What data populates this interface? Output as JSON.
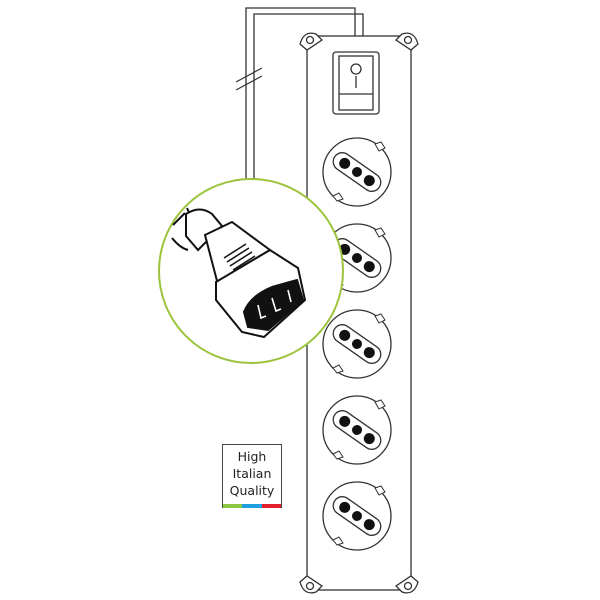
{
  "badge": {
    "lines": [
      "High",
      "Italian",
      "Quality"
    ],
    "flag_colors": [
      "#8dc63f",
      "#1e9fe0",
      "#e3202a"
    ]
  },
  "colors": {
    "outline": "#333333",
    "inset_ring": "#9cc43c"
  }
}
